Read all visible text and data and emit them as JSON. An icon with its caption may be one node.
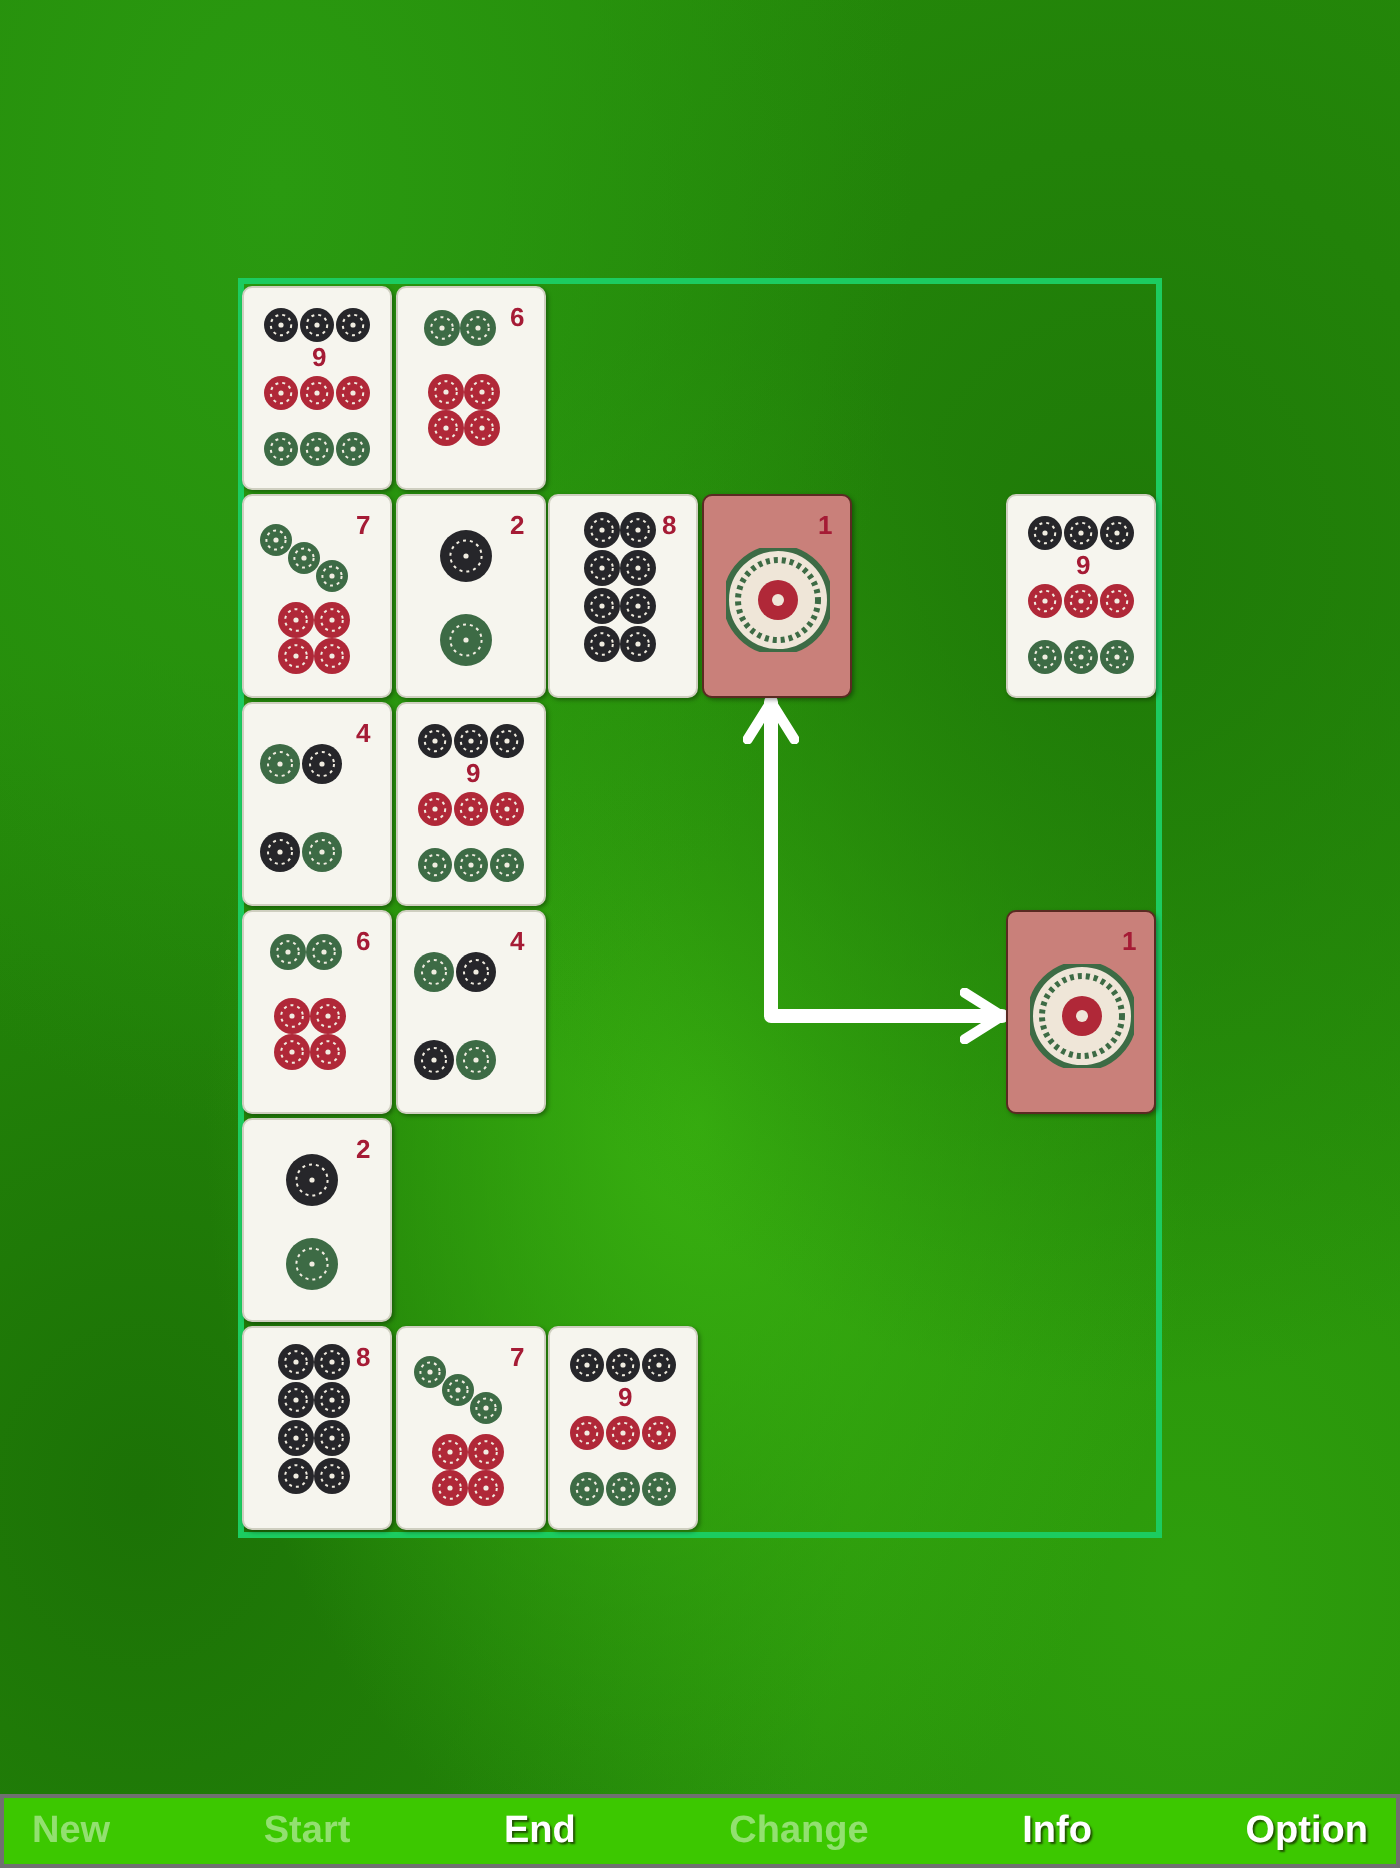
{
  "diagram": {
    "nodes": [
      {
        "text": [],
        "shape": "box"
      },
      {
        "text": [
          "9"
        ],
        "in": 0
      },
      {
        "text": [
          "6"
        ],
        "in": 0
      },
      {
        "text": [
          "7"
        ],
        "in": 0
      },
      {
        "text": [
          "2"
        ],
        "in": 0
      },
      {
        "text": [
          "8"
        ],
        "in": 0
      },
      {
        "text": [
          "1"
        ],
        "in": 0
      },
      {
        "text": [
          "9"
        ],
        "in": 0
      },
      {
        "text": [
          "4"
        ],
        "in": 0
      },
      {
        "text": [
          "9"
        ],
        "in": 0
      },
      {
        "text": [
          "6"
        ],
        "in": 0
      },
      {
        "text": [
          "4"
        ],
        "in": 0
      },
      {
        "text": [
          "1"
        ],
        "in": 0
      },
      {
        "text": [
          "2"
        ],
        "in": 0
      },
      {
        "text": [
          "8"
        ],
        "in": 0
      },
      {
        "text": [
          "7"
        ],
        "in": 0
      },
      {
        "text": [
          "9"
        ],
        "in": 0
      }
    ],
    "edges": [
      {
        "from": 6,
        "to": 12,
        "arrow": "both"
      }
    ],
    "labels": [
      "New",
      "Start",
      "End",
      "Change",
      "Info",
      "Option"
    ]
  }
}
